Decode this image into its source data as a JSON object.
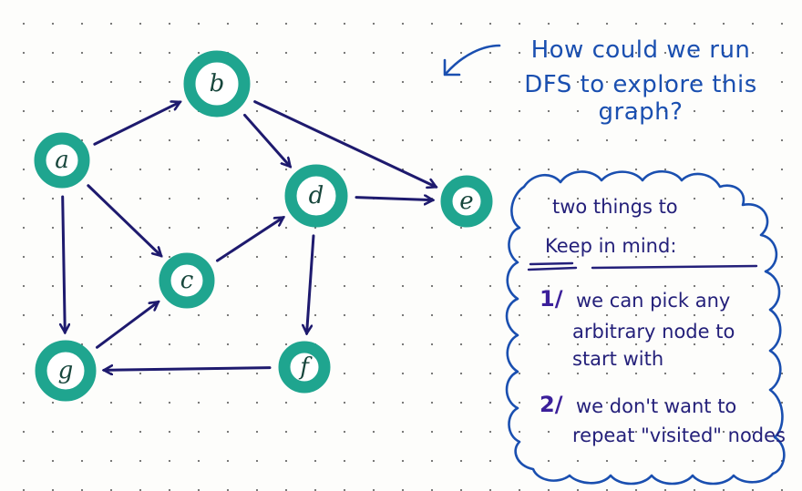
{
  "diagram": {
    "type": "directed-graph",
    "colors": {
      "node_ring": "#1fa58f",
      "node_label": "#17463c",
      "edge": "#1e1a6e",
      "question_ink": "#1a4fb0",
      "note_ink": "#24207a",
      "cloud_outline": "#1a4fb0"
    },
    "nodes": [
      {
        "id": "a",
        "label": "a"
      },
      {
        "id": "b",
        "label": "b"
      },
      {
        "id": "c",
        "label": "c"
      },
      {
        "id": "d",
        "label": "d"
      },
      {
        "id": "e",
        "label": "e"
      },
      {
        "id": "f",
        "label": "f"
      },
      {
        "id": "g",
        "label": "g"
      }
    ],
    "edges": [
      {
        "from": "a",
        "to": "b"
      },
      {
        "from": "a",
        "to": "c"
      },
      {
        "from": "a",
        "to": "g"
      },
      {
        "from": "b",
        "to": "d"
      },
      {
        "from": "b",
        "to": "e"
      },
      {
        "from": "c",
        "to": "d"
      },
      {
        "from": "d",
        "to": "e"
      },
      {
        "from": "d",
        "to": "f"
      },
      {
        "from": "f",
        "to": "g"
      },
      {
        "from": "g",
        "to": "c"
      }
    ]
  },
  "question": {
    "lines": [
      "How could we run",
      "DFS to explore this",
      "graph?"
    ],
    "arrow_icon": "curved-arrow-pointing-left"
  },
  "note": {
    "title_line1": "two things to",
    "title_line2": "Keep in mind:",
    "items": [
      {
        "number": "1/",
        "lines": [
          "we can pick any",
          "arbitrary node to",
          "start with"
        ]
      },
      {
        "number": "2/",
        "lines": [
          "we don't want to",
          "repeat \"visited\" nodes"
        ]
      }
    ]
  }
}
